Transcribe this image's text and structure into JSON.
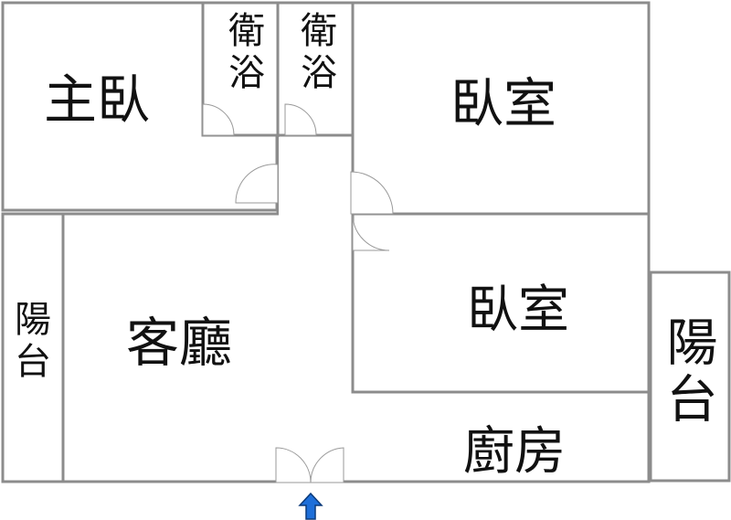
{
  "rooms": {
    "master_bedroom": "主臥",
    "bath_1": "衛浴",
    "bath_2": "衛浴",
    "bedroom_1": "臥室",
    "bedroom_2": "臥室",
    "balcony_left": "陽台",
    "living_room": "客廳",
    "kitchen": "廚房",
    "balcony_right": "陽台"
  },
  "colors": {
    "wall": "#8c8c8c",
    "text": "#111111",
    "entrance_arrow": "#1e6fd9"
  },
  "icons": {
    "entrance": "entrance-arrow-icon"
  }
}
